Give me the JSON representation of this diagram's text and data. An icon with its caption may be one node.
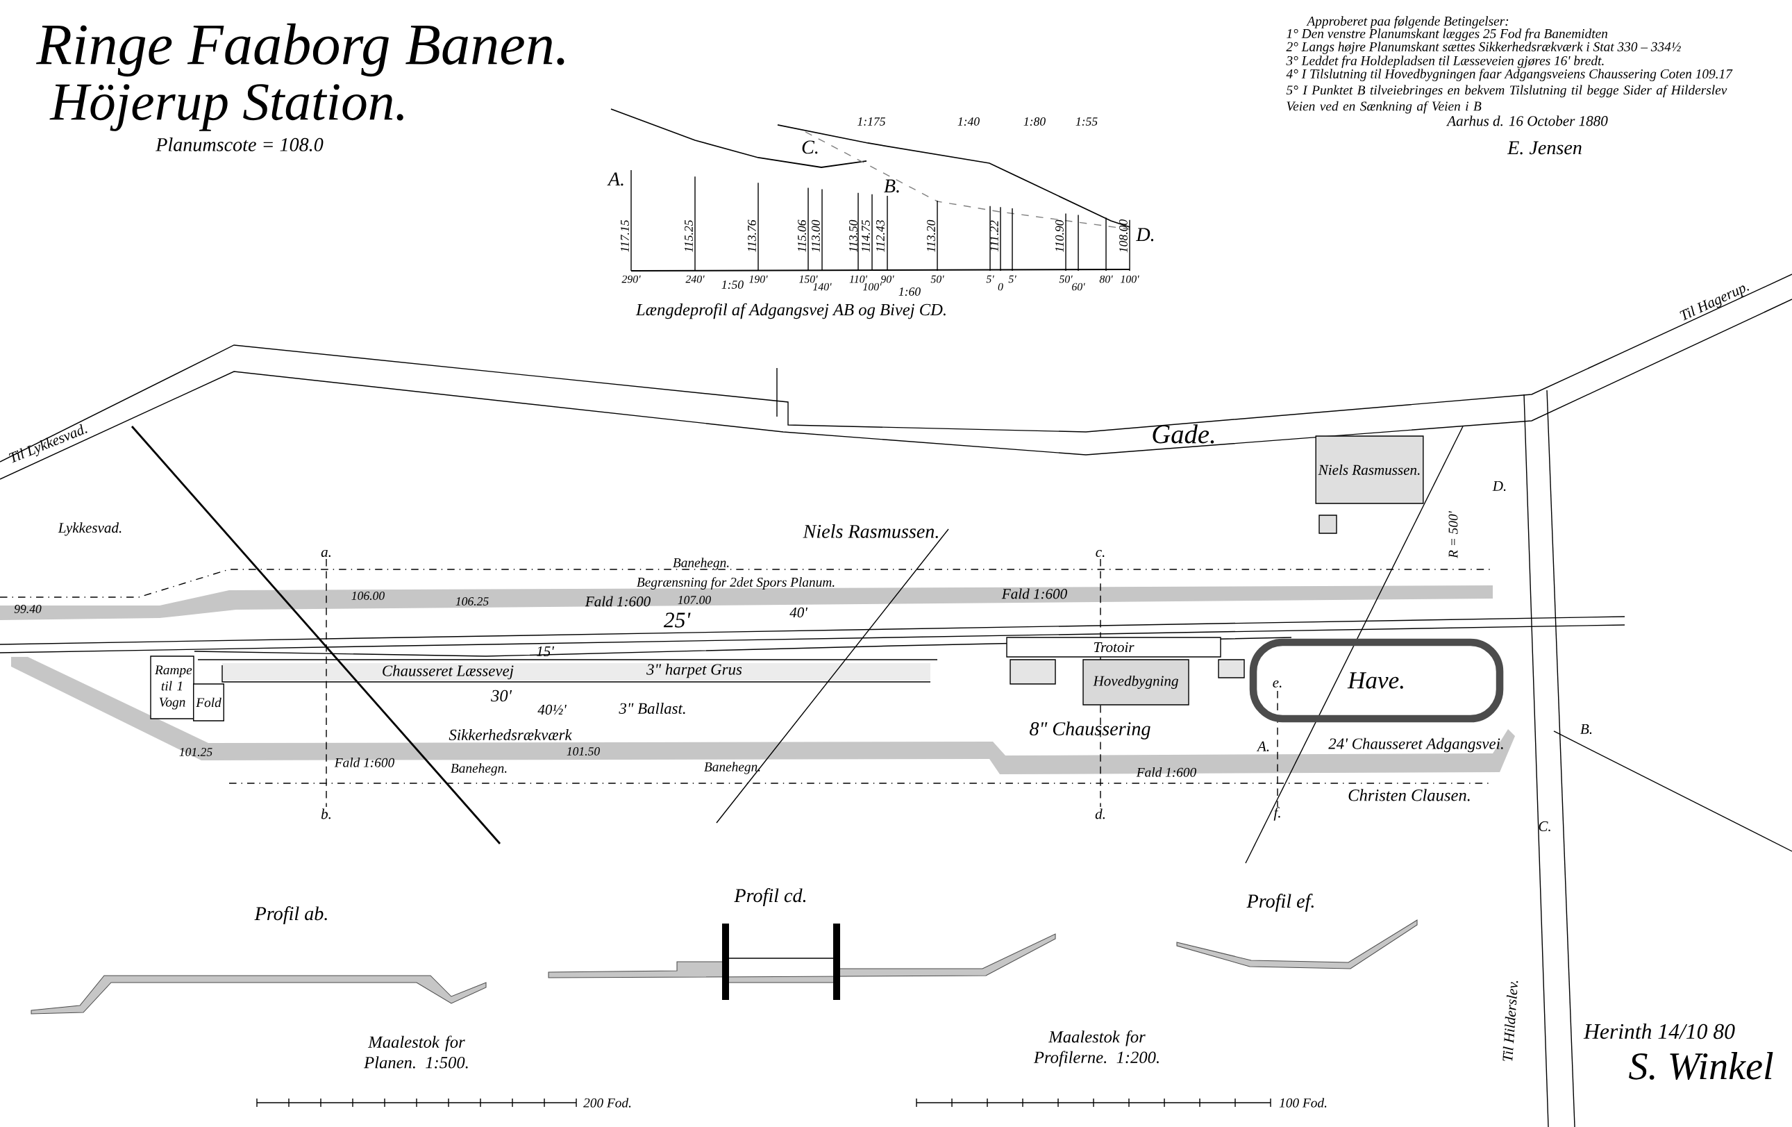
{
  "diagram": {
    "title": "Ringe Faaborg Banen.",
    "nodes": [
      {
        "text": [
          "Niels Rasmussen."
        ]
      },
      {
        "text": [],
        "shape": "box"
      },
      {
        "text": [
          "Have."
        ]
      },
      {
        "text": [
          "Trotoir"
        ]
      },
      {
        "text": [],
        "shape": "box"
      },
      {
        "text": [
          "Hovedbygning"
        ]
      },
      {
        "text": [],
        "shape": "box"
      },
      {
        "text": [
          "Rampe til 1 Vogn"
        ]
      },
      {
        "text": [
          "Fold"
        ]
      }
    ],
    "labels": [
      "Höjerup Station.",
      "Planumscote = 108.0",
      "Approberet paa følgende Betingelser:",
      "1° Den venstre Planumskant lægges 25 Fod fra Banemidten",
      "2° Langs højre Planumskant sættes Sikkerhedsrækværk i Stat 330 – 334½",
      "3° Leddet fra Holdepladsen til Læsseveien gjøres 16' bredt.",
      "4° I Tilslutning til Hovedbygningen faar Adgangsveiens Chaussering Coten 109.17",
      "5° I Punktet B tilveiebringes en bekvem Tilslutning til begge Sider af Hilderslev Veien ved en Sænkning af Veien i B",
      "Aarhus d. 16 October 1880",
      "E. Jensen",
      "A.",
      "C.",
      "B.",
      "D.",
      "1:175",
      "1:40",
      "1:80",
      "1:55",
      "290'",
      "240'",
      "190'",
      "150'",
      "140'",
      "110'",
      "100'",
      "90'",
      "50'",
      "5'",
      "0",
      "5'",
      "50'",
      "60'",
      "80'",
      "100'",
      "1:50",
      "1:60",
      "117.15",
      "115.25",
      "113.76",
      "115.06",
      "113.00",
      "113.50",
      "114.75",
      "112.43",
      "113.20",
      "111.22",
      "110.90",
      "108.00",
      "Længdeprofil af Adgangsvej AB og Bivej CD.",
      "Til Lykkesvad.",
      "Lykkesvad.",
      "Gade.",
      "Niels Rasmussen.",
      "Til Hagerup.",
      "Banehegn.",
      "Begrænsning for 2det Spors Planum.",
      "99.40",
      "106.00",
      "106.25",
      "Fald 1:600",
      "107.00",
      "25'",
      "40'",
      "Fald 1:600",
      "15'",
      "Chausseret Læssevej",
      "3\" harpet Grus",
      "30'",
      "40½'",
      "3\" Ballast.",
      "Sikkerhedsrækværk",
      "101.25",
      "101.50",
      "Fald 1:600",
      "Banehegn.",
      "Banehegn.",
      "a.",
      "b.",
      "c.",
      "d.",
      "e.",
      "f.",
      "8\" Chaussering",
      "24' Chausseret Adgangsvei.",
      "A.",
      "B.",
      "C.",
      "D.",
      "Fald 1:600",
      "Christen Clausen.",
      "R = 500'",
      "Til Hilderslev.",
      "Profil ab.",
      "Profil cd.",
      "Profil ef.",
      "Maalestok for Planen. 1:500.",
      "200 Fod.",
      "Maalestok for Profilerne. 1:200.",
      "100 Fod.",
      "Herinth 14/10 80",
      "S. Winkel"
    ]
  }
}
